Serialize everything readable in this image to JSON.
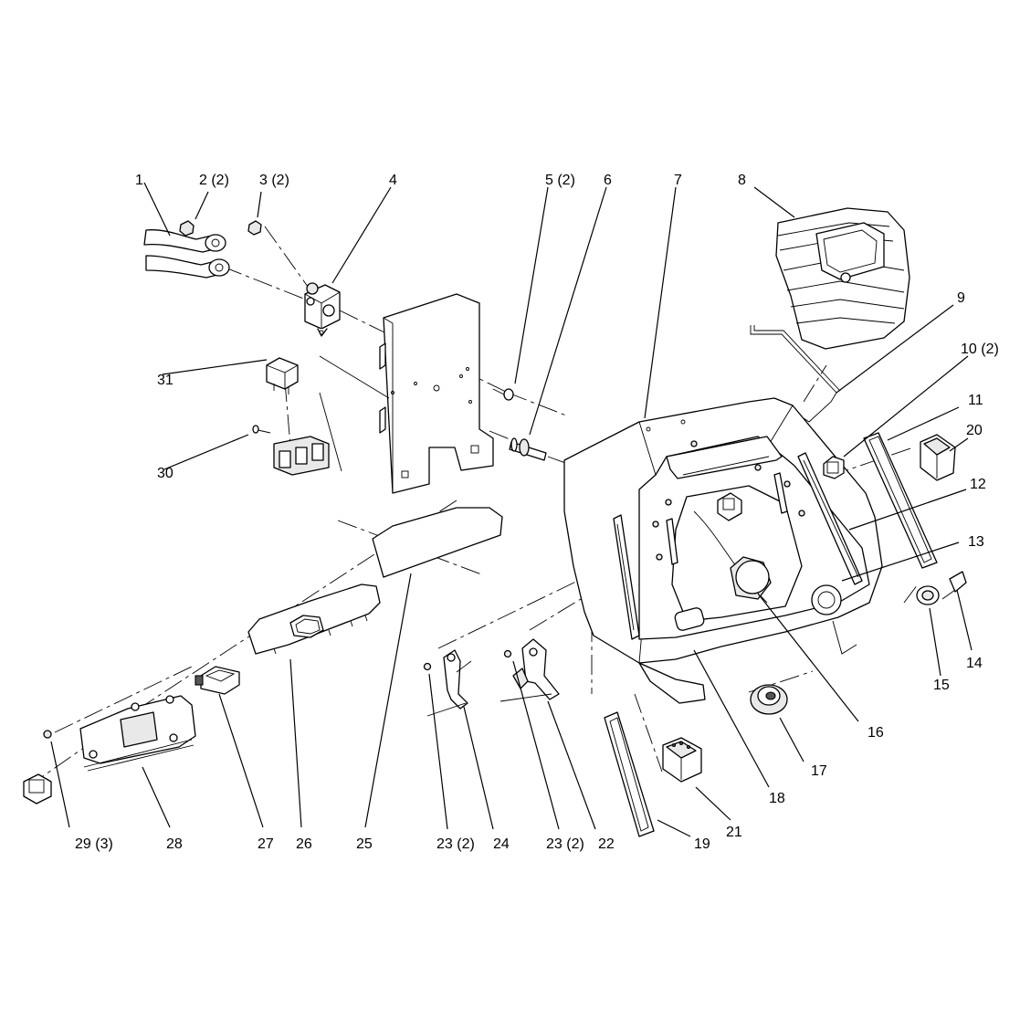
{
  "callouts": [
    {
      "id": "c1",
      "text": "1"
    },
    {
      "id": "c2",
      "text": "2 (2)"
    },
    {
      "id": "c3",
      "text": "3 (2)"
    },
    {
      "id": "c4",
      "text": "4"
    },
    {
      "id": "c5",
      "text": "5 (2)"
    },
    {
      "id": "c6",
      "text": "6"
    },
    {
      "id": "c7",
      "text": "7"
    },
    {
      "id": "c8",
      "text": "8"
    },
    {
      "id": "c9",
      "text": "9"
    },
    {
      "id": "c10",
      "text": "10 (2)"
    },
    {
      "id": "c11",
      "text": "11"
    },
    {
      "id": "c20",
      "text": "20"
    },
    {
      "id": "c12",
      "text": "12"
    },
    {
      "id": "c13",
      "text": "13"
    },
    {
      "id": "c31",
      "text": "31"
    },
    {
      "id": "c30",
      "text": "30"
    },
    {
      "id": "c14",
      "text": "14"
    },
    {
      "id": "c15",
      "text": "15"
    },
    {
      "id": "c16",
      "text": "16"
    },
    {
      "id": "c17",
      "text": "17"
    },
    {
      "id": "c18",
      "text": "18"
    },
    {
      "id": "c21",
      "text": "21"
    },
    {
      "id": "c19",
      "text": "19"
    },
    {
      "id": "c22",
      "text": "22"
    },
    {
      "id": "c23b",
      "text": "23 (2)"
    },
    {
      "id": "c24",
      "text": "24"
    },
    {
      "id": "c23a",
      "text": "23 (2)"
    },
    {
      "id": "c25",
      "text": "25"
    },
    {
      "id": "c26",
      "text": "26"
    },
    {
      "id": "c27",
      "text": "27"
    },
    {
      "id": "c28",
      "text": "28"
    },
    {
      "id": "c29",
      "text": "29 (3)"
    }
  ]
}
